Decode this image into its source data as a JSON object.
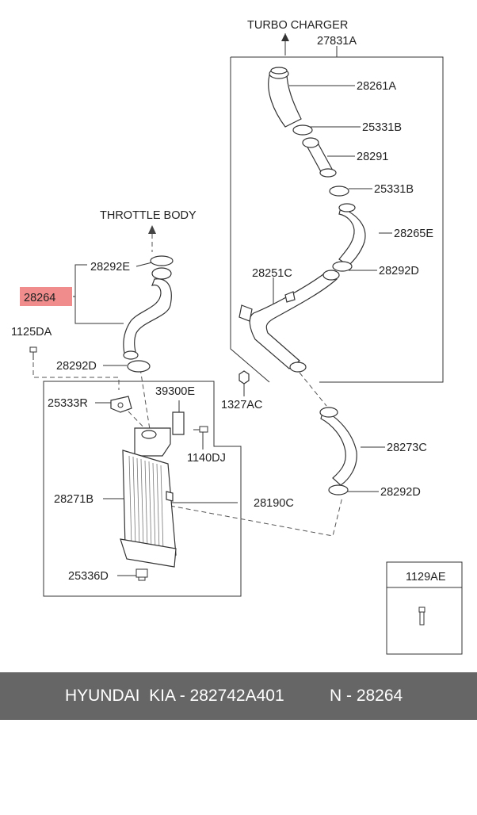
{
  "labels": {
    "turbo_charger": "TURBO CHARGER",
    "throttle_body": "THROTTLE BODY",
    "p27831A": "27831A",
    "p28261A": "28261A",
    "p25331B_upper": "25331B",
    "p28291": "28291",
    "p25331B_lower": "25331B",
    "p28265E": "28265E",
    "p28292D_right": "28292D",
    "p28251C": "28251C",
    "p1327AC": "1327AC",
    "p28273C": "28273C",
    "p28292D_lower": "28292D",
    "p28292E": "28292E",
    "p28264": "28264",
    "p1125DA": "1125DA",
    "p28292D_left": "28292D",
    "p25333R": "25333R",
    "p39300E": "39300E",
    "p1140DJ": "1140DJ",
    "p28271B": "28271B",
    "p28190C": "28190C",
    "p25336D": "25336D",
    "p1129AE": "1129AE"
  },
  "highlight_color": "#f08c8c",
  "footer": {
    "brand": "HYUNDAI  KIA - 282742A401",
    "number": "N - 28264",
    "background": "#666666"
  }
}
